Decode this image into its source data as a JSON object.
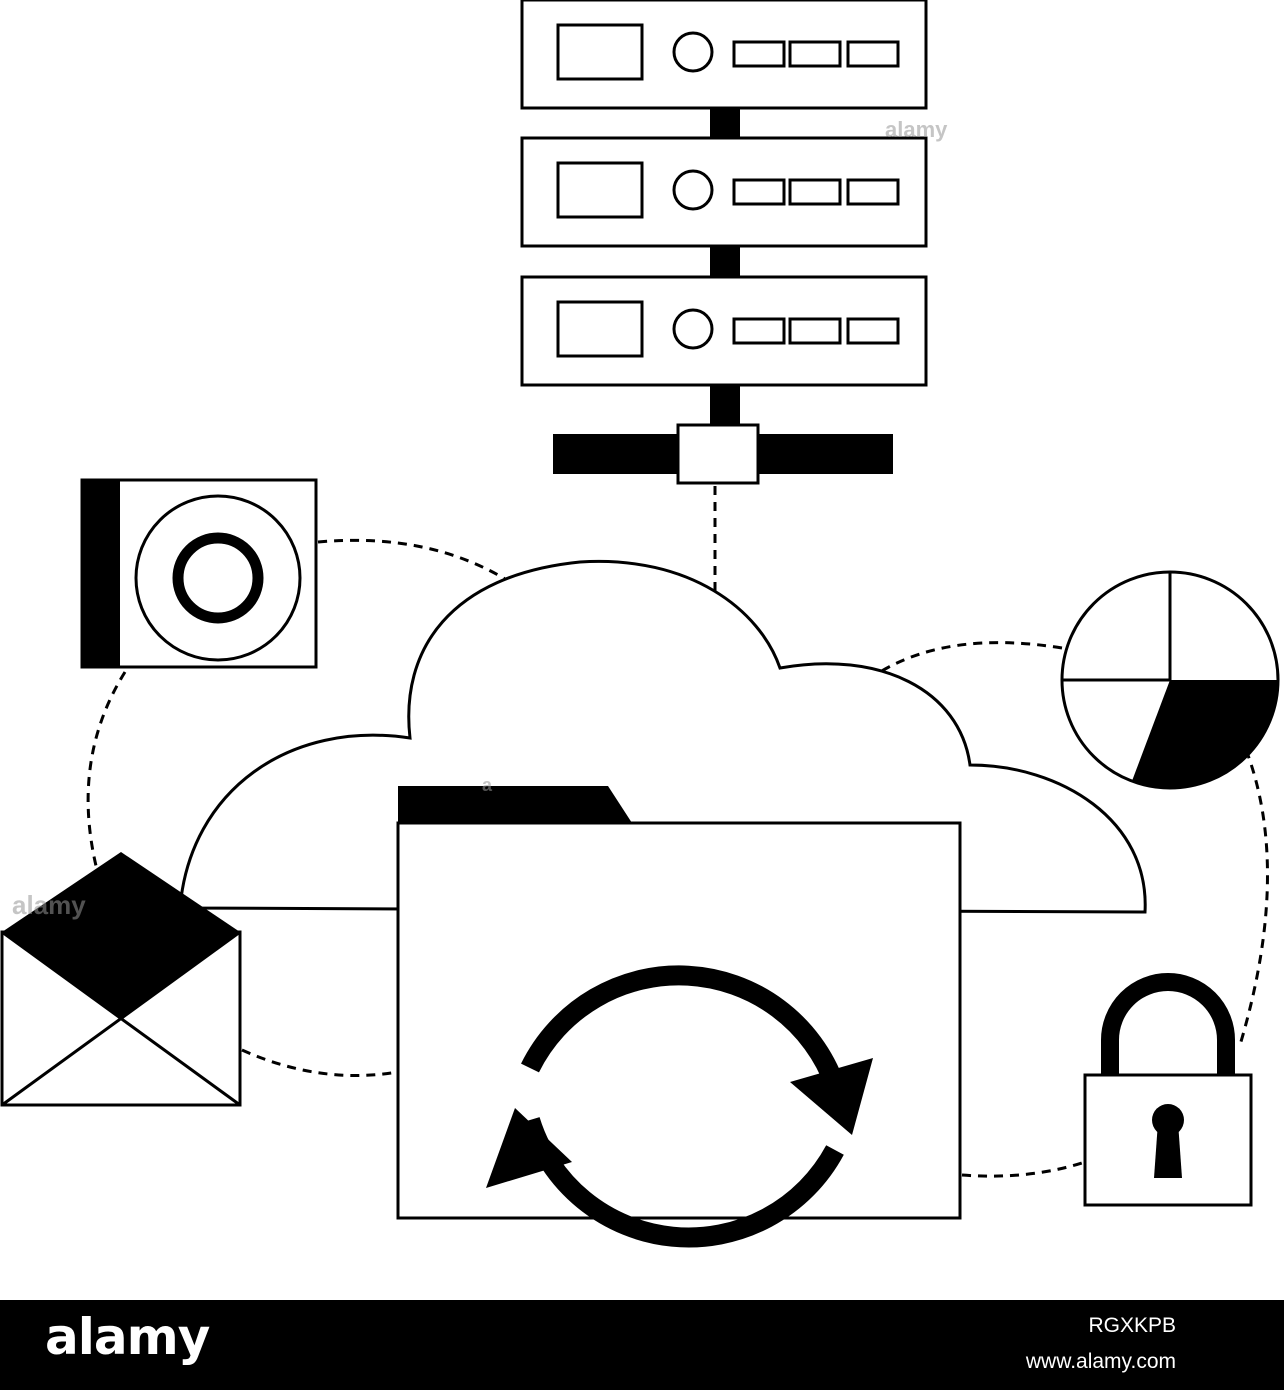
{
  "stock_footer": {
    "logo": "alamy",
    "image_id": "RGXKPB",
    "url": "www.alamy.com"
  },
  "watermarks": [
    "alamy",
    "a"
  ],
  "colors": {
    "ink": "#000000",
    "paper": "#ffffff",
    "footer_text": "#ffffff"
  },
  "icons": [
    "server-rack-icon",
    "network-hub-icon",
    "cloud-icon",
    "folder-icon",
    "sync-arrows-icon",
    "hard-drive-icon",
    "pie-chart-icon",
    "envelope-icon",
    "padlock-icon"
  ]
}
